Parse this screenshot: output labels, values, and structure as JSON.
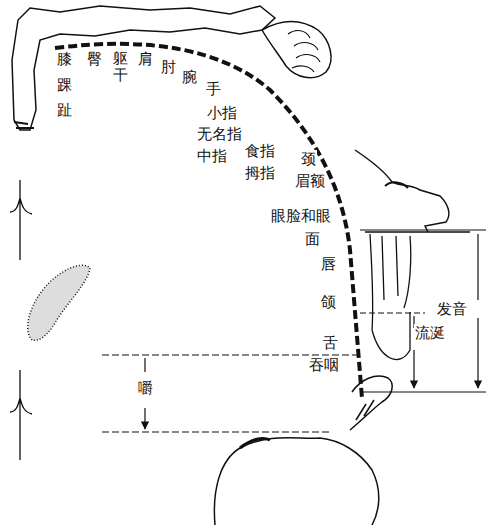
{
  "diagram": {
    "labels": [
      "膝",
      "踝",
      "趾",
      "臀",
      "躯干",
      "肩",
      "肘",
      "腕",
      "手",
      "小指",
      "无名指",
      "中指",
      "食指",
      "拇指",
      "颈",
      "眉额",
      "眼脸和眼",
      "面",
      "唇",
      "颌",
      "舌",
      "吞咽",
      "发音",
      "流涎",
      "嚼"
    ]
  }
}
